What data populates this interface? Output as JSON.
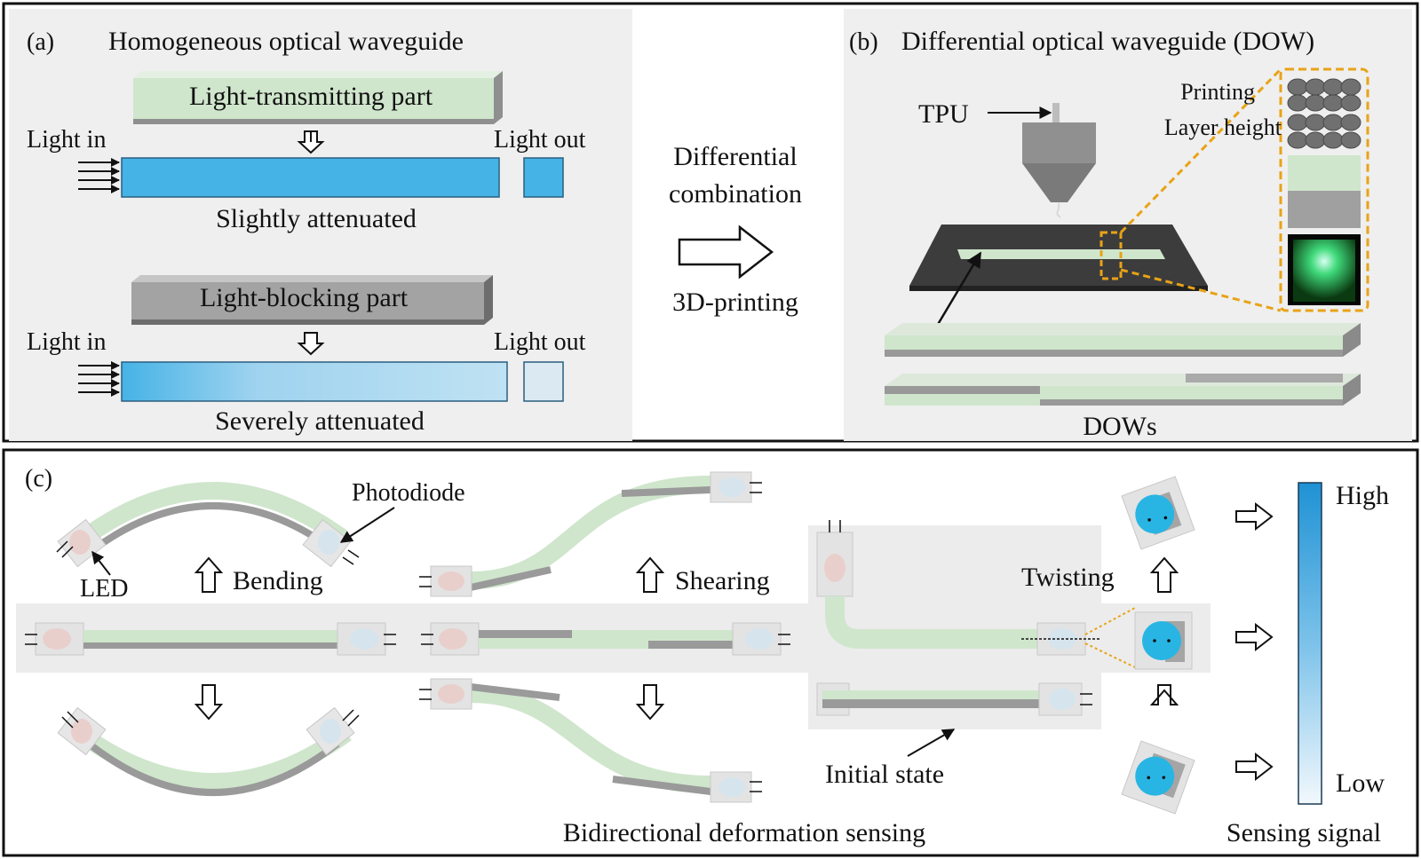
{
  "panel_a": {
    "label": "(a)",
    "title": "Homogeneous optical waveguide",
    "top": {
      "block_label": "Light-transmitting part",
      "light_in": "Light in",
      "light_out": "Light out",
      "caption": "Slightly attenuated"
    },
    "bottom": {
      "block_label": "Light-blocking part",
      "light_in": "Light in",
      "light_out": "Light out",
      "caption": "Severely attenuated"
    }
  },
  "middle": {
    "line1": "Differential",
    "line2": "combination",
    "line3": "3D-printing"
  },
  "panel_b": {
    "label": "(b)",
    "title": "Differential optical waveguide (DOW)",
    "tpu": "TPU",
    "printing": "Printing",
    "layer_height": "Layer height",
    "dows": "DOWs"
  },
  "panel_c": {
    "label": "(c)",
    "photodiode": "Photodiode",
    "led": "LED",
    "bending": "Bending",
    "shearing": "Shearing",
    "twisting": "Twisting",
    "initial_state": "Initial state",
    "footer": "Bidirectional deformation sensing",
    "high": "High",
    "low": "Low",
    "sensing_signal": "Sensing signal"
  },
  "colors": {
    "green": "#cfe6cc",
    "gray": "#9a9a9a",
    "blue": "#46b3e6",
    "light_blue": "#dbeaf2",
    "bg_panel": "#efefef"
  }
}
